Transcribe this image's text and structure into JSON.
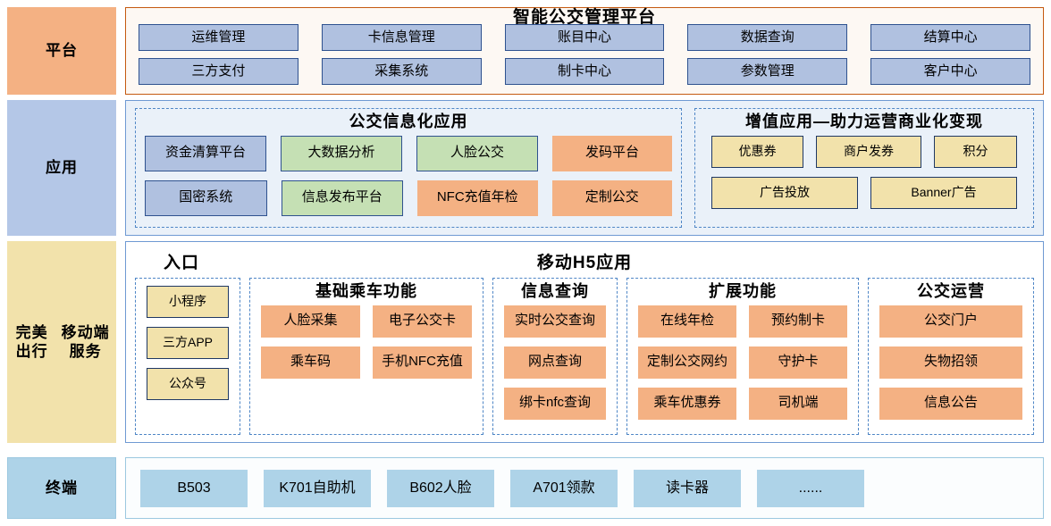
{
  "rows": {
    "platform": {
      "label": "平台",
      "title": "智能公交管理平台",
      "lines": [
        [
          "运维管理",
          "卡信息管理",
          "账目中心",
          "数据查询",
          "结算中心"
        ],
        [
          "三方支付",
          "采集系统",
          "制卡中心",
          "参数管理",
          "客户中心"
        ]
      ]
    },
    "application": {
      "label": "应用",
      "groups": [
        {
          "title": "公交信息化应用",
          "lines": [
            [
              {
                "label": "资金清算平台",
                "style": "blue"
              },
              {
                "label": "大数据分析",
                "style": "green"
              },
              {
                "label": "人脸公交",
                "style": "green"
              },
              {
                "label": "发码平台",
                "style": "orange"
              }
            ],
            [
              {
                "label": "国密系统",
                "style": "blue"
              },
              {
                "label": "信息发布平台",
                "style": "green"
              },
              {
                "label": "NFC充值年检",
                "style": "orange"
              },
              {
                "label": "定制公交",
                "style": "orange"
              }
            ]
          ]
        },
        {
          "title": "增值应用—助力运营商业化变现",
          "lines": [
            [
              {
                "label": "优惠券",
                "style": "yellow",
                "flex": 1
              },
              {
                "label": "商户发券",
                "style": "yellow",
                "flex": 1.15
              },
              {
                "label": "积分",
                "style": "yellow",
                "flex": 0.9
              }
            ],
            [
              {
                "label": "广告投放",
                "style": "yellow",
                "flex": 1
              },
              {
                "label": "Banner广告",
                "style": "yellow",
                "flex": 1
              }
            ]
          ]
        }
      ]
    },
    "h5": {
      "label": "完美出行\n移动端服务",
      "label_line1": "完美出行",
      "label_line2": "移动端服务",
      "entry_title": "入口",
      "title": "移动H5应用",
      "columns": [
        {
          "key": "entry",
          "title": "",
          "lines": [
            [
              {
                "label": "小程序",
                "style": "yellow"
              }
            ],
            [
              {
                "label": "三方APP",
                "style": "yellow"
              }
            ],
            [
              {
                "label": "公众号",
                "style": "yellow"
              }
            ]
          ]
        },
        {
          "key": "basic",
          "title": "基础乘车功能",
          "lines": [
            [
              {
                "label": "人脸采集",
                "style": "orange"
              },
              {
                "label": "电子公交卡",
                "style": "orange"
              }
            ],
            [
              {
                "label": "乘车码",
                "style": "orange"
              },
              {
                "label": "手机NFC充值",
                "style": "orange"
              }
            ]
          ]
        },
        {
          "key": "query",
          "title": "信息查询",
          "lines": [
            [
              {
                "label": "实时公交查询",
                "style": "orange"
              }
            ],
            [
              {
                "label": "网点查询",
                "style": "orange"
              }
            ],
            [
              {
                "label": "绑卡nfc查询",
                "style": "orange"
              }
            ]
          ]
        },
        {
          "key": "ext",
          "title": "扩展功能",
          "lines": [
            [
              {
                "label": "在线年检",
                "style": "orange"
              },
              {
                "label": "预约制卡",
                "style": "orange"
              }
            ],
            [
              {
                "label": "定制公交网约",
                "style": "orange"
              },
              {
                "label": "守护卡",
                "style": "orange"
              }
            ],
            [
              {
                "label": "乘车优惠券",
                "style": "orange"
              },
              {
                "label": "司机端",
                "style": "orange"
              }
            ]
          ]
        },
        {
          "key": "ops",
          "title": "公交运营",
          "lines": [
            [
              {
                "label": "公交门户",
                "style": "orange"
              }
            ],
            [
              {
                "label": "失物招领",
                "style": "orange"
              }
            ],
            [
              {
                "label": "信息公告",
                "style": "orange"
              }
            ]
          ]
        }
      ]
    },
    "terminal": {
      "label": "终端",
      "items": [
        "B503",
        "K701自助机",
        "B602人脸",
        "A701领款",
        "读卡器",
        "......"
      ]
    }
  },
  "colors": {
    "orange_fill": "#f4b183",
    "blue_fill": "#b0c1e0",
    "green_fill": "#c5e0b4",
    "yellow_fill": "#f2e2ab",
    "lightblue_fill": "#aed3e8",
    "app_band": "#b4c7e7",
    "platform_border": "#c55a11",
    "panel_border": "#6f9ad3",
    "dash_border": "#4f86c6",
    "chip_border": "#2f528f"
  }
}
